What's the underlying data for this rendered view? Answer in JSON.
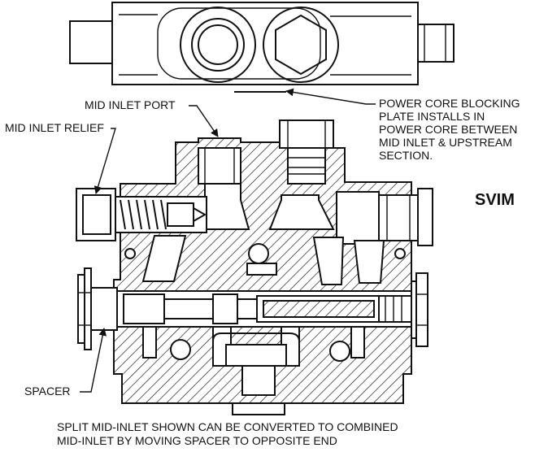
{
  "labels": {
    "mid_inlet_port": "MID INLET PORT",
    "mid_inlet_relief": "MID INLET RELIEF",
    "power_core_note": [
      "POWER CORE BLOCKING",
      "PLATE INSTALLS IN",
      "POWER CORE BETWEEN",
      "MID INLET & UPSTREAM",
      "SECTION."
    ],
    "model": "SVIM",
    "spacer": "SPACER",
    "caption": [
      "SPLIT MID-INLET SHOWN CAN BE CONVERTED TO COMBINED",
      "MID-INLET BY MOVING SPACER TO OPPOSITE END"
    ]
  },
  "colors": {
    "ink": "#111111",
    "paper": "#ffffff"
  }
}
